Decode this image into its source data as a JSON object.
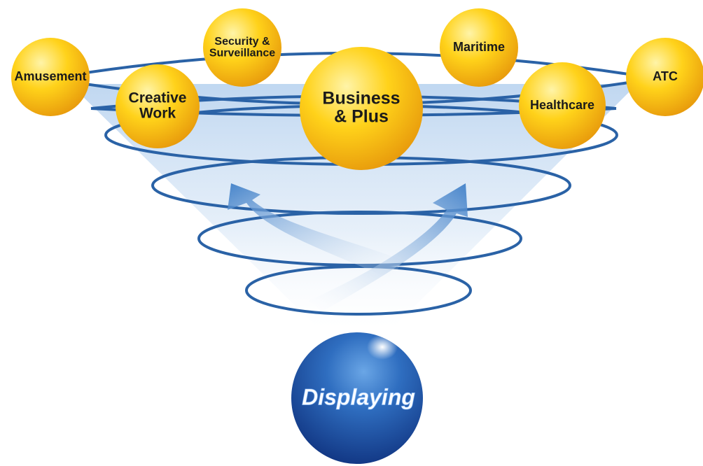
{
  "diagram": {
    "core_label": "Displaying",
    "nodes": [
      {
        "id": "amusement",
        "lines": [
          "Amusement"
        ]
      },
      {
        "id": "security",
        "lines": [
          "Security &",
          "Surveillance"
        ]
      },
      {
        "id": "maritime",
        "lines": [
          "Maritime"
        ]
      },
      {
        "id": "atc",
        "lines": [
          "ATC"
        ]
      },
      {
        "id": "creative",
        "lines": [
          "Creative",
          "Work"
        ]
      },
      {
        "id": "business",
        "lines": [
          "Business",
          "& Plus"
        ]
      },
      {
        "id": "healthcare",
        "lines": [
          "Healthcare"
        ]
      }
    ],
    "colors": {
      "ring": "#2a62a6",
      "sphere_light": "#fff4a8",
      "sphere_mid": "#ffd21a",
      "sphere_dark": "#e6960b",
      "core_light": "#4f8fd6",
      "core_dark": "#0c2c78",
      "funnel": "#c9ddf2",
      "arrow": "#5b92cf"
    }
  }
}
